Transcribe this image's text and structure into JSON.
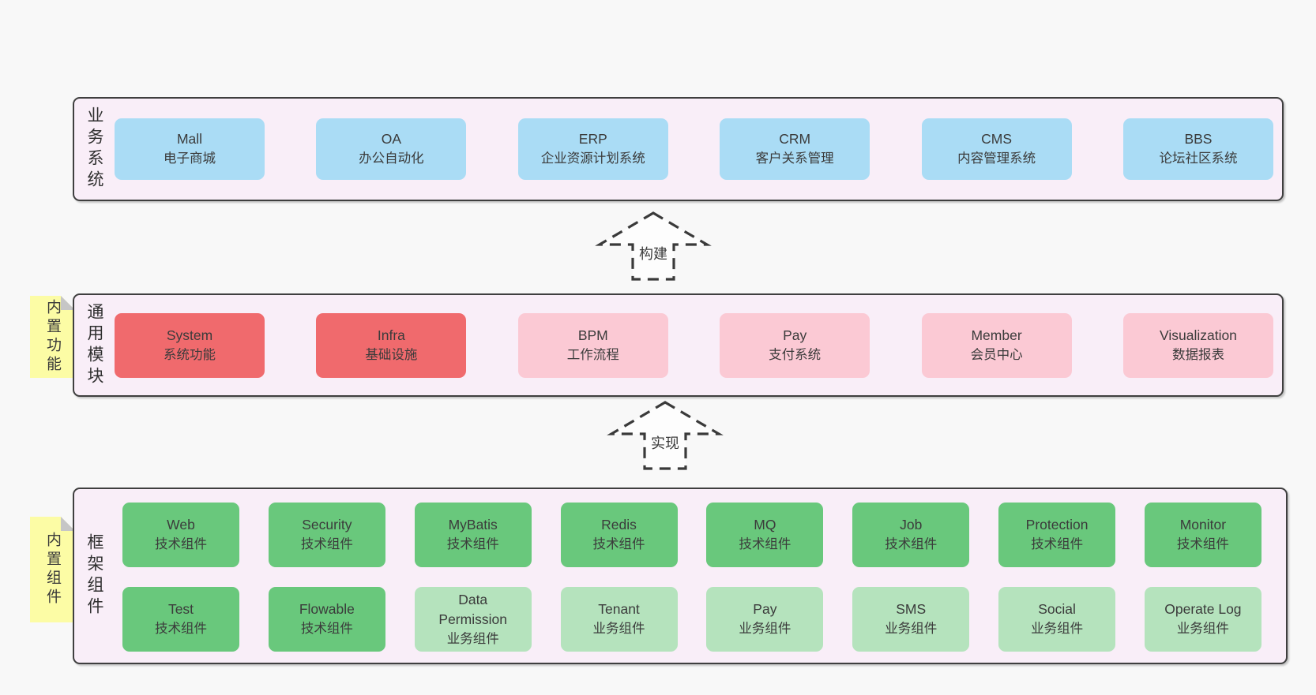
{
  "colors": {
    "background": "#f8f8f8",
    "panel_fill": "#f9eef8",
    "panel_border": "#3f3f3f",
    "blue": "#aadcf5",
    "red": "#f06a6d",
    "pink": "#fbc9d4",
    "green_dark": "#69c87c",
    "green_light": "#b5e3bd",
    "sticky_yellow": "#fcfca5",
    "sticky_fold": "#c6c6c6",
    "text": "#3b3b3b"
  },
  "arrows": [
    {
      "label": "构建"
    },
    {
      "label": "实现"
    }
  ],
  "sections": {
    "business": {
      "label": "业务系统",
      "boxes": [
        {
          "title": "Mall",
          "subtitle": "电子商城",
          "color_key": "blue"
        },
        {
          "title": "OA",
          "subtitle": "办公自动化",
          "color_key": "blue"
        },
        {
          "title": "ERP",
          "subtitle": "企业资源计划系统",
          "color_key": "blue"
        },
        {
          "title": "CRM",
          "subtitle": "客户关系管理",
          "color_key": "blue"
        },
        {
          "title": "CMS",
          "subtitle": "内容管理系统",
          "color_key": "blue"
        },
        {
          "title": "BBS",
          "subtitle": "论坛社区系统",
          "color_key": "blue"
        }
      ]
    },
    "modules": {
      "label": "通用模块",
      "sticky": "内置功能",
      "boxes": [
        {
          "title": "System",
          "subtitle": "系统功能",
          "color_key": "red"
        },
        {
          "title": "Infra",
          "subtitle": "基础设施",
          "color_key": "red"
        },
        {
          "title": "BPM",
          "subtitle": "工作流程",
          "color_key": "pink"
        },
        {
          "title": "Pay",
          "subtitle": "支付系统",
          "color_key": "pink"
        },
        {
          "title": "Member",
          "subtitle": "会员中心",
          "color_key": "pink"
        },
        {
          "title": "Visualization",
          "subtitle": "数据报表",
          "color_key": "pink"
        }
      ]
    },
    "framework": {
      "label": "框架组件",
      "sticky": "内置组件",
      "rows": [
        [
          {
            "title": "Web",
            "subtitle": "技术组件",
            "color_key": "green_dark"
          },
          {
            "title": "Security",
            "subtitle": "技术组件",
            "color_key": "green_dark"
          },
          {
            "title": "MyBatis",
            "subtitle": "技术组件",
            "color_key": "green_dark"
          },
          {
            "title": "Redis",
            "subtitle": "技术组件",
            "color_key": "green_dark"
          },
          {
            "title": "MQ",
            "subtitle": "技术组件",
            "color_key": "green_dark"
          },
          {
            "title": "Job",
            "subtitle": "技术组件",
            "color_key": "green_dark"
          },
          {
            "title": "Protection",
            "subtitle": "技术组件",
            "color_key": "green_dark"
          },
          {
            "title": "Monitor",
            "subtitle": "技术组件",
            "color_key": "green_dark"
          }
        ],
        [
          {
            "title": "Test",
            "subtitle": "技术组件",
            "color_key": "green_dark"
          },
          {
            "title": "Flowable",
            "subtitle": "技术组件",
            "color_key": "green_dark"
          },
          {
            "title": "Data Permission",
            "subtitle": "业务组件",
            "color_key": "green_light"
          },
          {
            "title": "Tenant",
            "subtitle": "业务组件",
            "color_key": "green_light"
          },
          {
            "title": "Pay",
            "subtitle": "业务组件",
            "color_key": "green_light"
          },
          {
            "title": "SMS",
            "subtitle": "业务组件",
            "color_key": "green_light"
          },
          {
            "title": "Social",
            "subtitle": "业务组件",
            "color_key": "green_light"
          },
          {
            "title": "Operate Log",
            "subtitle": "业务组件",
            "color_key": "green_light"
          }
        ]
      ]
    }
  }
}
